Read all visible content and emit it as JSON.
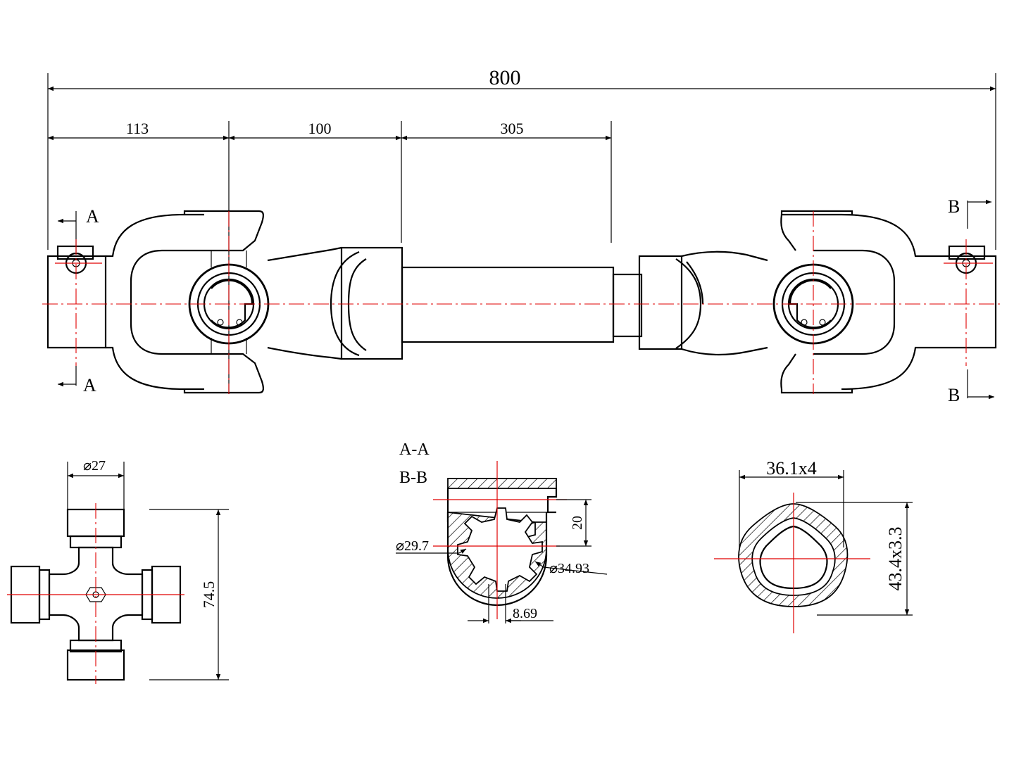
{
  "dimensions": {
    "overall": "800",
    "seg1": "113",
    "seg2": "100",
    "seg3": "305",
    "cross_pin_diameter": "⌀27",
    "cross_length": "74.5",
    "spline_root": "⌀29.7",
    "spline_outer": "⌀34.93",
    "spline_height": "20",
    "spline_width": "8.69",
    "tube_width": "36.1x4",
    "tube_height": "43.4x3.3"
  },
  "sections": {
    "a_label": "A",
    "b_label": "B",
    "aa": "A-A",
    "bb": "B-B"
  },
  "colors": {
    "centerline": "#e00000",
    "outline": "#000000"
  }
}
